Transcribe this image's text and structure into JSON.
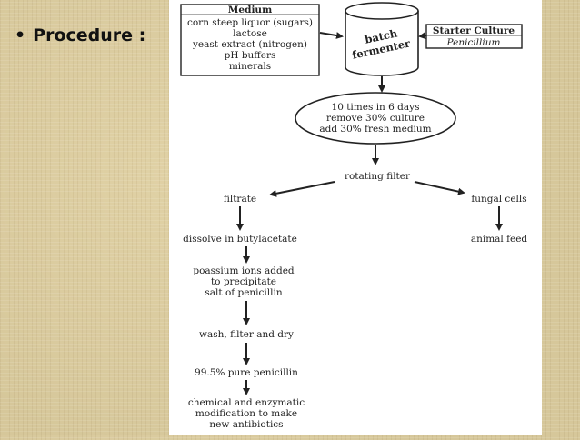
{
  "slide": {
    "bullet": "•",
    "title": "Procedure :"
  },
  "diagram": {
    "medium_box": {
      "heading": "Medium",
      "lines": [
        "corn steep liquor (sugars)",
        "lactose",
        "yeast extract (nitrogen)",
        "pH buffers",
        "minerals"
      ]
    },
    "fermenter": {
      "line1": "batch",
      "line2": "fermenter"
    },
    "starter_box": {
      "heading": "Starter Culture",
      "organism": "Penicillium"
    },
    "cycle_ellipse": {
      "lines": [
        "10 times in 6 days",
        "remove 30% culture",
        "add 30% fresh medium"
      ]
    },
    "rotating_filter": "rotating filter",
    "filtrate": "filtrate",
    "fungal_cells": "fungal cells",
    "animal_feed": "animal feed",
    "steps": [
      [
        "dissolve in butylacetate"
      ],
      [
        "poassium ions added",
        "to precipitate",
        "salt of penicillin"
      ],
      [
        "wash, filter and dry"
      ],
      [
        "99.5% pure penicillin"
      ],
      [
        "chemical and enzymatic",
        "modification to make",
        "new antibiotics"
      ]
    ]
  }
}
